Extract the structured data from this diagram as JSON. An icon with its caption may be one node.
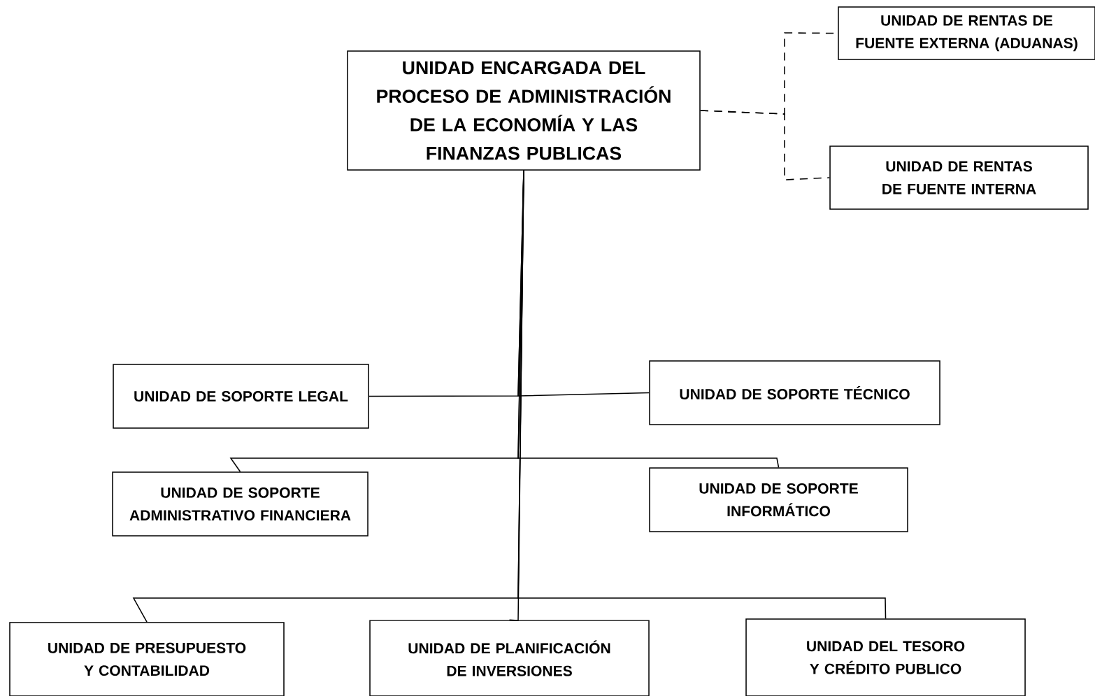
{
  "diagram": {
    "nodes": [
      {
        "text": [
          "UNIDAD ENCARGADA DEL PROCESO DE ADMINISTRACIÓN DE LA ECONOMÍA Y LAS FINANZAS PUBLICAS"
        ]
      },
      {
        "text": [
          "UNIDAD DE RENTAS DE FUENTE EXTERNA (ADUANAS)"
        ]
      },
      {
        "text": [
          "UNIDAD DE RENTAS DE FUENTE INTERNA"
        ]
      },
      {
        "text": [
          "UNIDAD DE SOPORTE LEGAL"
        ]
      },
      {
        "text": [
          "UNIDAD DE SOPORTE TÉCNICO"
        ]
      },
      {
        "text": [
          "UNIDAD DE SOPORTE ADMINISTRATIVO FINANCIERA"
        ]
      },
      {
        "text": [
          "UNIDAD DE SOPORTE INFORMÁTICO"
        ]
      },
      {
        "text": [
          "UNIDAD DE PRESUPUESTO Y CONTABILIDAD"
        ]
      },
      {
        "text": [
          "UNIDAD DE PLANIFICACIÓN DE INVERSIONES"
        ]
      },
      {
        "text": [
          "UNIDAD DEL TESORO Y CRÉDITO PUBLICO"
        ]
      }
    ],
    "edges": [
      {
        "from": 0,
        "to": 1,
        "arrow": "none",
        "style": "dashed"
      },
      {
        "from": 0,
        "to": 2,
        "arrow": "none",
        "style": "dashed"
      },
      {
        "from": 0,
        "to": 3,
        "arrow": "none"
      },
      {
        "from": 0,
        "to": 4,
        "arrow": "none"
      },
      {
        "from": 0,
        "to": 5,
        "arrow": "none"
      },
      {
        "from": 0,
        "to": 6,
        "arrow": "none"
      },
      {
        "from": 0,
        "to": 7,
        "arrow": "none"
      },
      {
        "from": 0,
        "to": 8,
        "arrow": "none"
      },
      {
        "from": 0,
        "to": 9,
        "arrow": "none"
      }
    ]
  }
}
